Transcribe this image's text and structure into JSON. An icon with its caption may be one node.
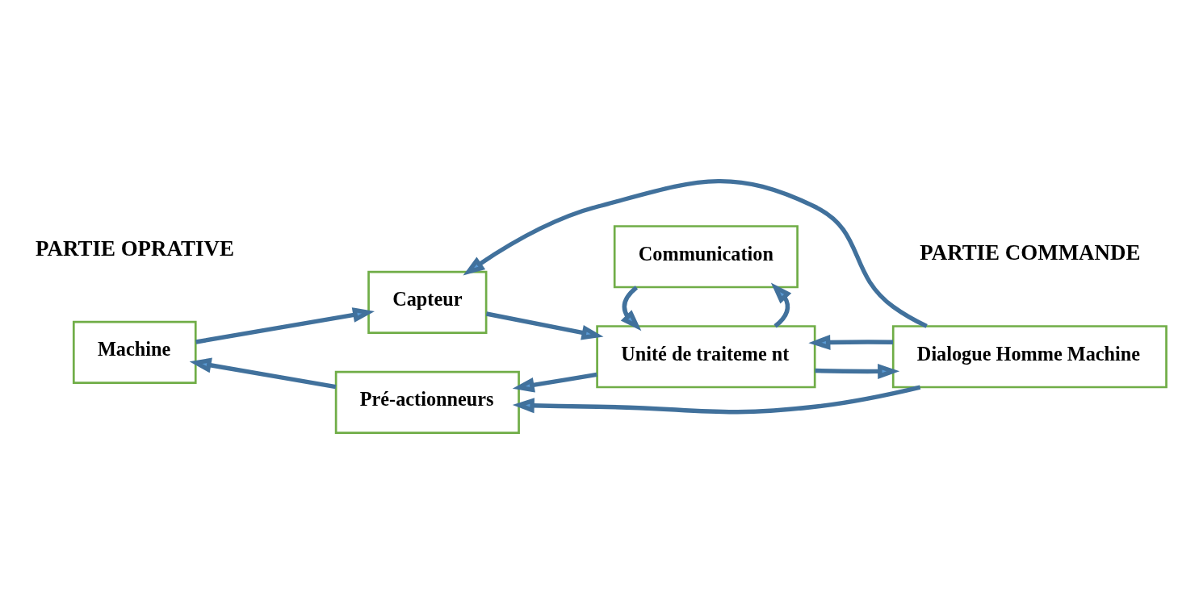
{
  "diagram": {
    "nodes": [
      {
        "text": [
          "Machine"
        ]
      },
      {
        "text": [
          "Pré-actionneurs"
        ]
      },
      {
        "text": [
          "Capteur"
        ]
      },
      {
        "text": [
          "Unité de traiteme nt"
        ]
      },
      {
        "text": [
          "Dialogue Homme Machine"
        ]
      },
      {
        "text": [
          "Communication"
        ]
      }
    ],
    "edges": [
      {
        "from": 1,
        "to": 0,
        "arrow": "to"
      },
      {
        "from": 4,
        "to": 1,
        "arrow": "to"
      },
      {
        "from": 3,
        "to": 1,
        "arrow": "to"
      },
      {
        "from": 4,
        "to": 3,
        "arrow": "to"
      },
      {
        "from": 0,
        "to": 2,
        "arrow": "to"
      },
      {
        "from": 2,
        "to": 3,
        "arrow": "to"
      },
      {
        "from": 3,
        "to": 4,
        "arrow": "to"
      },
      {
        "from": 4,
        "to": 2,
        "arrow": "to"
      },
      {
        "from": 3,
        "to": 5,
        "arrow": "to"
      },
      {
        "from": 5,
        "to": 3,
        "arrow": "to"
      }
    ],
    "labels": [
      "PARTIE OPRATIVE",
      "PARTIE COMMANDE"
    ]
  }
}
